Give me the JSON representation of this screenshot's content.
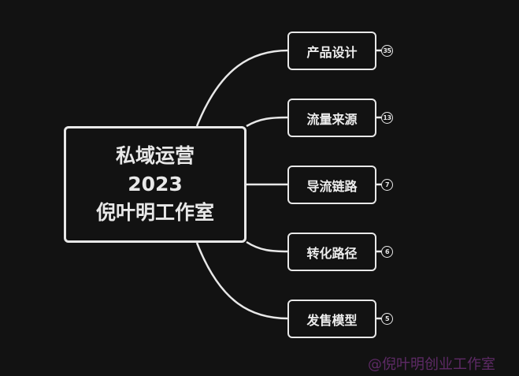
{
  "mindmap": {
    "root": {
      "lines": [
        "私域运营",
        "2023",
        "倪叶明工作室"
      ]
    },
    "branches": [
      {
        "label": "产品设计",
        "count": "35"
      },
      {
        "label": "流量来源",
        "count": "13"
      },
      {
        "label": "导流链路",
        "count": "7"
      },
      {
        "label": "转化路径",
        "count": "6"
      },
      {
        "label": "发售模型",
        "count": "5"
      }
    ]
  },
  "watermark": "@倪叶明创业工作室",
  "colors": {
    "background": "#121212",
    "line": "#e8e8e8",
    "watermark": "#5e2a66"
  }
}
